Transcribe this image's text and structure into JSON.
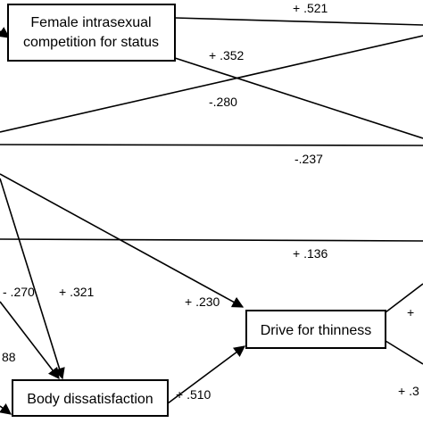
{
  "nodes": {
    "competition": {
      "line1": "Female intrasexual",
      "line2": "competition for status"
    },
    "thinness": {
      "label": "Drive for thinness"
    },
    "dissatisfaction": {
      "label": "Body dissatisfaction"
    }
  },
  "edges": {
    "top_right": "+ .521",
    "cross_down": "+ .352",
    "cross_up": "-.280",
    "horizontal_1": "-.237",
    "horizontal_2": "+ .136",
    "to_thinness": "+ .230",
    "to_dissatisfaction_a": "- .270",
    "to_dissatisfaction_b": "+ .321",
    "left_partial": "88",
    "dissat_to_thin": "+ .510",
    "right_partial_1": "+",
    "right_partial_2": "+ .3"
  },
  "colors": {
    "line": "#000000",
    "box_fill": "#ffffff",
    "background": "#ffffff"
  }
}
